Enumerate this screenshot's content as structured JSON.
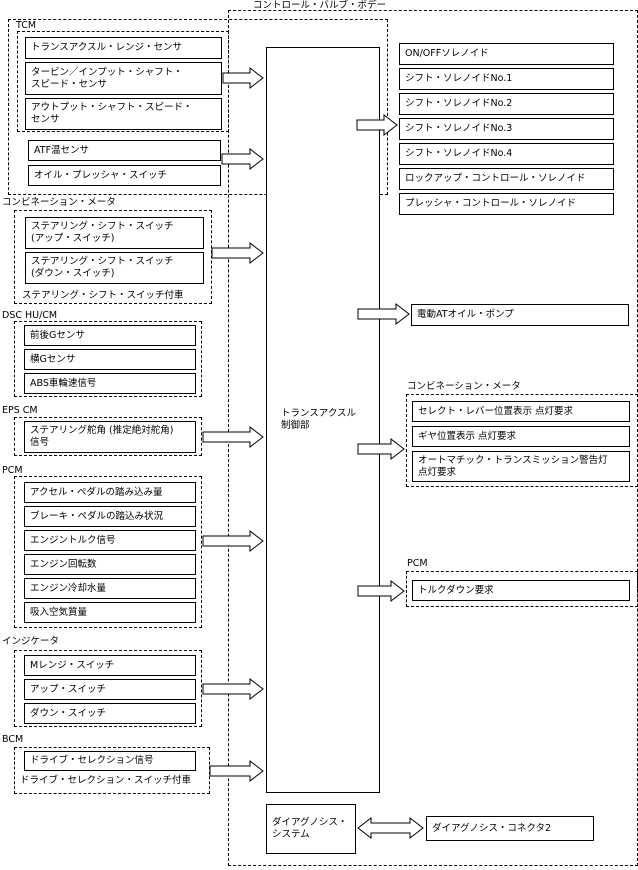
{
  "titles": {
    "valve_body": "コントロール・バルブ・ボデー",
    "tcm": "TCM",
    "combi_meter_in": "コンビネーション・メータ",
    "combi_sub": "ステアリング・シフト・スイッチ付車",
    "dsc": "DSC HU/CM",
    "eps": "EPS CM",
    "pcm_in": "PCM",
    "indicator": "インジケータ",
    "bcm": "BCM",
    "bcm_sub": "ドライブ・セレクション・スイッチ付車",
    "combi_meter_out": "コンビネーション・メータ",
    "pcm_out": "PCM"
  },
  "inputs": {
    "tcm_sensors": [
      "トランスアクスル・レンジ・センサ",
      "タービン／インプット・シャフト・\nスピード・センサ",
      "アウトプット・シャフト・スピード・\nセンサ"
    ],
    "tcm_other": [
      "ATF温センサ",
      "オイル・プレッシャ・スイッチ"
    ],
    "combi": [
      "ステアリング・シフト・スイッチ\n(アップ・スイッチ)",
      "ステアリング・シフト・スイッチ\n(ダウン・スイッチ)"
    ],
    "dsc": [
      "前後Gセンサ",
      "横Gセンサ",
      "ABS車輪速信号"
    ],
    "eps": "ステアリング舵角 (推定絶対舵角)\n信号",
    "pcm": [
      "アクセル・ペダルの踏み込み量",
      "ブレーキ・ペダルの踏込み状況",
      "エンジントルク信号",
      "エンジン回転数",
      "エンジン冷却水量",
      "吸入空気質量"
    ],
    "indicator": [
      "Mレンジ・スイッチ",
      "アップ・スイッチ",
      "ダウン・スイッチ"
    ],
    "bcm": "ドライブ・セレクション信号"
  },
  "center": {
    "controller": "トランスアクスル\n制御部",
    "diag_system": "ダイアグノシス・\nシステム"
  },
  "outputs": {
    "solenoids": [
      "ON/OFFソレノイド",
      "シフト・ソレノイドNo.1",
      "シフト・ソレノイドNo.2",
      "シフト・ソレノイドNo.3",
      "シフト・ソレノイドNo.4",
      "ロックアップ・コントロール・ソレノイド",
      "プレッシャ・コントロール・ソレノイド"
    ],
    "pump": "電動ATオイル・ポンプ",
    "combi": [
      "セレクト・レバー位置表示 点灯要求",
      "ギヤ位置表示 点灯要求",
      "オートマチック・トランスミッション警告灯\n点灯要求"
    ],
    "pcm": "トルクダウン要求",
    "diag_connector": "ダイアグノシス・コネクタ2"
  }
}
